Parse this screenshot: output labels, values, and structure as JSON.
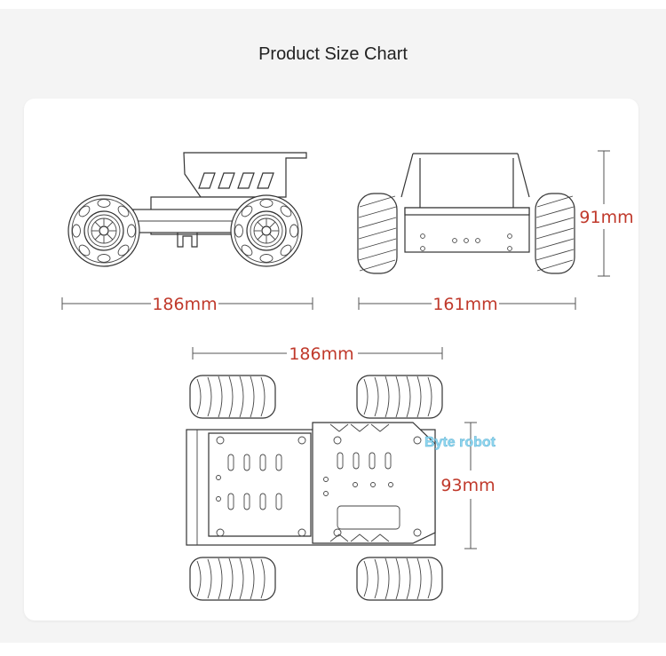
{
  "header": {
    "title": "Product Size Chart"
  },
  "dimensions": {
    "side_length": "186mm",
    "front_width": "161mm",
    "front_height": "91mm",
    "top_length": "186mm",
    "top_width": "93mm"
  },
  "watermark": {
    "text": "Byte robot"
  },
  "colors": {
    "dimension_text": "#c0392b",
    "watermark": "#8fd6ef",
    "card": "#ffffff",
    "background": "#f4f4f4"
  }
}
